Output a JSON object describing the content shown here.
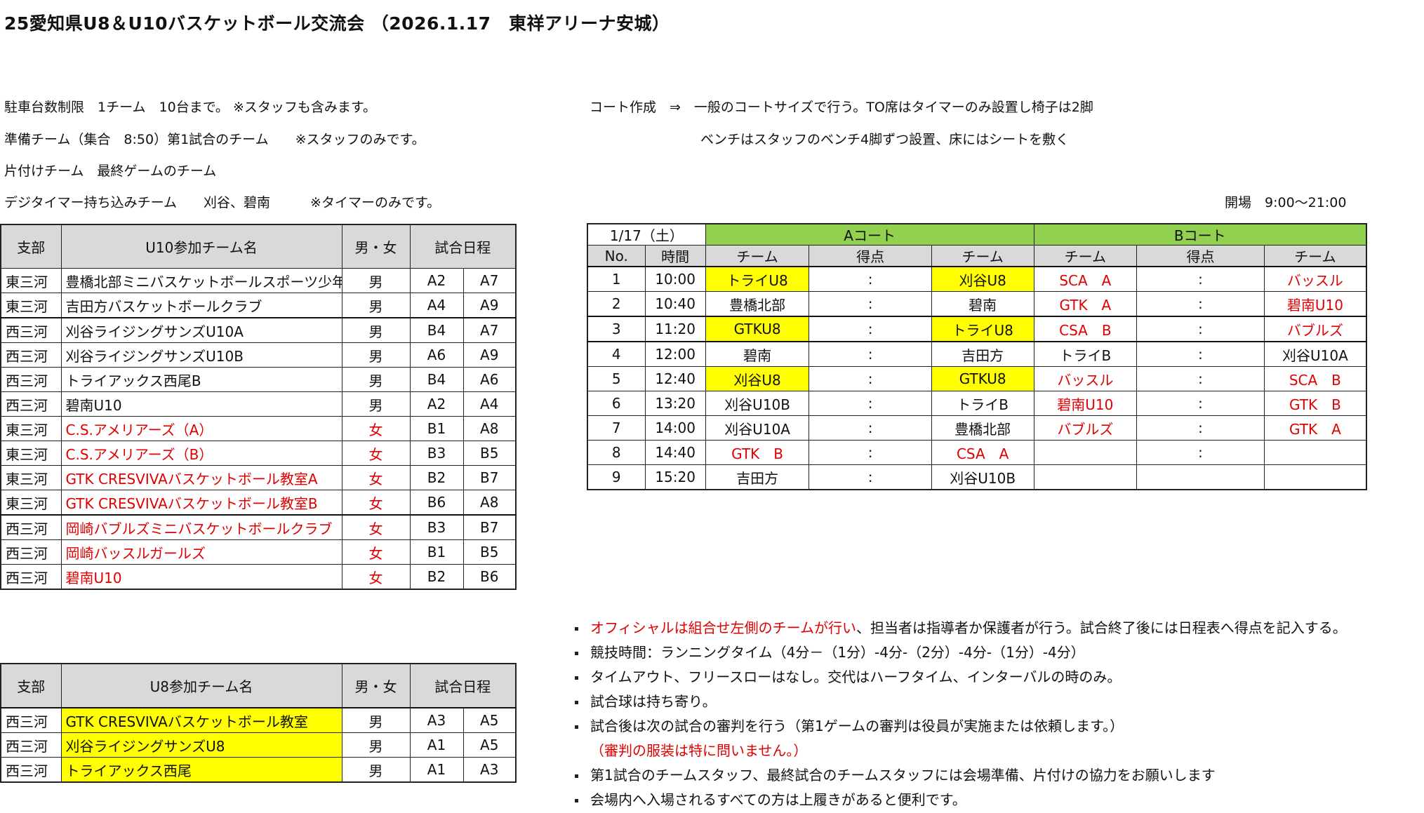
{
  "title": "25愛知県U8＆U10バスケットボール交流会 （2026.1.17　東祥アリーナ安城）",
  "notes_left": [
    "駐車台数制限　1チーム　10台まで。 ※スタッフも含みます。",
    "準備チーム（集合　8:50）第1試合のチーム　　※スタッフのみです。",
    "片付けチーム　最終ゲームのチーム",
    "デジタイマー持ち込みチーム　　刈谷、碧南　　　※タイマーのみです。"
  ],
  "notes_right": [
    "コート作成　⇒　一般のコートサイズで行う。TO席はタイマーのみ設置し椅子は2脚",
    "ベンチはスタッフのベンチ4脚ずつ設置、床にはシートを敷く"
  ],
  "opening": "開場　9:00～21:00",
  "colors": {
    "red": "#e00000",
    "yellow": "#ffff00",
    "green": "#92d050",
    "header_gray": "#d9d9d9"
  },
  "u10_table": {
    "headers": {
      "branch": "支部",
      "team": "U10参加チーム名",
      "gender": "男・女",
      "schedule": "試合日程"
    },
    "rows": [
      {
        "branch": "東三河",
        "team": "豊橋北部ミニバスケットボールスポーツ少年団",
        "gender": "男",
        "g1": "A2",
        "g2": "A7",
        "red": false
      },
      {
        "branch": "東三河",
        "team": "吉田方バスケットボールクラブ",
        "gender": "男",
        "g1": "A4",
        "g2": "A9",
        "red": false
      },
      {
        "branch": "西三河",
        "team": "刈谷ライジングサンズU10A",
        "gender": "男",
        "g1": "B4",
        "g2": "A7",
        "red": false
      },
      {
        "branch": "西三河",
        "team": "刈谷ライジングサンズU10B",
        "gender": "男",
        "g1": "A6",
        "g2": "A9",
        "red": false
      },
      {
        "branch": "西三河",
        "team": "トライアックス西尾B",
        "gender": "男",
        "g1": "B4",
        "g2": "A6",
        "red": false
      },
      {
        "branch": "西三河",
        "team": "碧南U10",
        "gender": "男",
        "g1": "A2",
        "g2": "A4",
        "red": false
      },
      {
        "branch": "東三河",
        "team": "C.S.アメリアーズ（A）",
        "gender": "女",
        "g1": "B1",
        "g2": "A8",
        "red": true
      },
      {
        "branch": "東三河",
        "team": "C.S.アメリアーズ（B）",
        "gender": "女",
        "g1": "B3",
        "g2": "B5",
        "red": true
      },
      {
        "branch": "東三河",
        "team": "GTK CRESVIVAバスケットボール教室A",
        "gender": "女",
        "g1": "B2",
        "g2": "B7",
        "red": true
      },
      {
        "branch": "東三河",
        "team": "GTK CRESVIVAバスケットボール教室B",
        "gender": "女",
        "g1": "B6",
        "g2": "A8",
        "red": true
      },
      {
        "branch": "西三河",
        "team": "岡崎バブルズミニバスケットボールクラブ",
        "gender": "女",
        "g1": "B3",
        "g2": "B7",
        "red": true
      },
      {
        "branch": "西三河",
        "team": "岡崎バッスルガールズ",
        "gender": "女",
        "g1": "B1",
        "g2": "B5",
        "red": true
      },
      {
        "branch": "西三河",
        "team": "碧南U10",
        "gender": "女",
        "g1": "B2",
        "g2": "B6",
        "red": true
      }
    ]
  },
  "u8_table": {
    "headers": {
      "branch": "支部",
      "team": "U8参加チーム名",
      "gender": "男・女",
      "schedule": "試合日程"
    },
    "rows": [
      {
        "branch": "西三河",
        "team": "GTK CRESVIVAバスケットボール教室",
        "gender": "男",
        "g1": "A3",
        "g2": "A5"
      },
      {
        "branch": "西三河",
        "team": "刈谷ライジングサンズU8",
        "gender": "男",
        "g1": "A1",
        "g2": "A5"
      },
      {
        "branch": "西三河",
        "team": "トライアックス西尾",
        "gender": "男",
        "g1": "A1",
        "g2": "A3"
      }
    ]
  },
  "schedule": {
    "date": "1/17（土）",
    "court_a": "Aコート",
    "court_b": "Bコート",
    "headers": {
      "no": "No.",
      "time": "時間",
      "team": "チーム",
      "score": "得点"
    },
    "rows": [
      {
        "no": "1",
        "time": "10:00",
        "a1": "トライU8",
        "a1_y": true,
        "a_score": ":",
        "a2": "刈谷U8",
        "a2_y": true,
        "b1": "SCA　A",
        "b1_r": true,
        "b_score": ":",
        "b2": "バッスル",
        "b2_r": true
      },
      {
        "no": "2",
        "time": "10:40",
        "a1": "豊橋北部",
        "a_score": ":",
        "a2": "碧南",
        "b1": "GTK　A",
        "b1_r": true,
        "b_score": ":",
        "b2": "碧南U10",
        "b2_r": true
      },
      {
        "no": "3",
        "time": "11:20",
        "a1": "GTKU8",
        "a1_y": true,
        "a_score": ":",
        "a2": "トライU8",
        "a2_y": true,
        "b1": "CSA　B",
        "b1_r": true,
        "b_score": ":",
        "b2": "バブルズ",
        "b2_r": true
      },
      {
        "no": "4",
        "time": "12:00",
        "a1": "碧南",
        "a_score": ":",
        "a2": "吉田方",
        "b1": "トライB",
        "b_score": ":",
        "b2": "刈谷U10A"
      },
      {
        "no": "5",
        "time": "12:40",
        "a1": "刈谷U8",
        "a1_y": true,
        "a_score": ":",
        "a2": "GTKU8",
        "a2_y": true,
        "b1": "バッスル",
        "b1_r": true,
        "b_score": ":",
        "b2": "SCA　B",
        "b2_r": true
      },
      {
        "no": "6",
        "time": "13:20",
        "a1": "刈谷U10B",
        "a_score": ":",
        "a2": "トライB",
        "b1": "碧南U10",
        "b1_r": true,
        "b_score": ":",
        "b2": "GTK　B",
        "b2_r": true
      },
      {
        "no": "7",
        "time": "14:00",
        "a1": "刈谷U10A",
        "a_score": ":",
        "a2": "豊橋北部",
        "b1": "バブルズ",
        "b1_r": true,
        "b_score": ":",
        "b2": "GTK　A",
        "b2_r": true
      },
      {
        "no": "8",
        "time": "14:40",
        "a1": "GTK　B",
        "a1_r": true,
        "a_score": ":",
        "a2": "CSA　A",
        "a2_r": true,
        "b1": "",
        "b_score": ":",
        "b2": ""
      },
      {
        "no": "9",
        "time": "15:20",
        "a1": "吉田方",
        "a_score": ":",
        "a2": "刈谷U10B",
        "b1": "",
        "b_score": "",
        "b2": ""
      }
    ]
  },
  "rules": {
    "item1_red": "オフィシャルは組合せ左側のチームが行い",
    "item1_rest": "、担当者は指導者か保護者が行う。試合終了後には日程表へ得点を記入する。",
    "item2": "競技時間：ランニングタイム（4分－（1分）-4分-（2分）-4分-（1分）-4分）",
    "item3": "タイムアウト、フリースローはなし。交代はハーフタイム、インターバルの時のみ。",
    "item4": "試合球は持ち寄り。",
    "item5": "試合後は次の試合の審判を行う（第1ゲームの審判は役員が実施または依頼します。）",
    "item5_sub": "（審判の服装は特に問いません。）",
    "item6": "第1試合のチームスタッフ、最終試合のチームスタッフには会場準備、片付けの協力をお願いします",
    "item7": "会場内へ入場されるすべての方は上履きがあると便利です。"
  }
}
